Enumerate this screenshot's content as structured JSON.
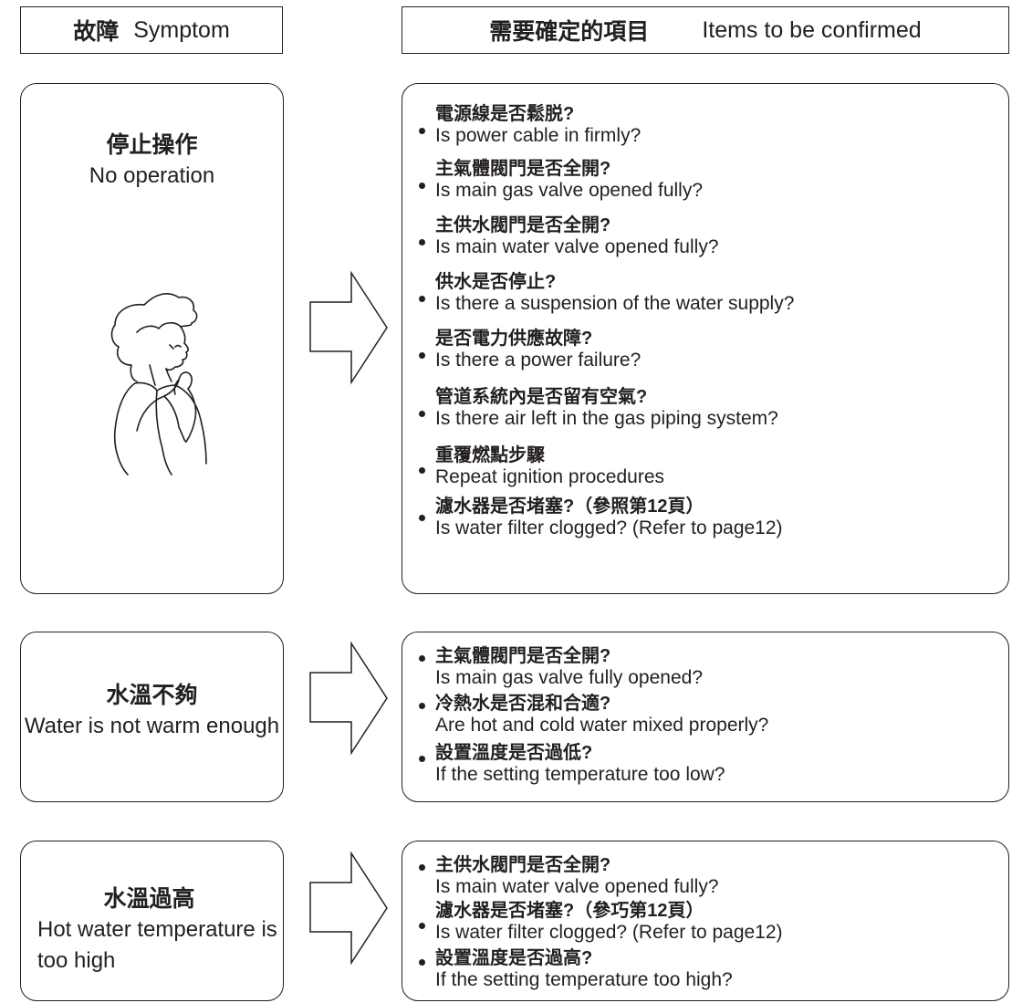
{
  "header": {
    "symptom_zh": "故障",
    "symptom_en": "Symptom",
    "items_zh": "需要確定的項目",
    "items_en": "Items to be confirmed"
  },
  "rows": [
    {
      "symptom_zh": "停止操作",
      "symptom_en": "No operation",
      "illustration": "thinking-woman-illustration",
      "items": [
        {
          "zh": "電源線是否鬆脱?",
          "en": "Is power cable in firmly?"
        },
        {
          "zh": "主氣體閥門是否全開?",
          "en": "Is main gas valve opened fully?"
        },
        {
          "zh": "主供水閥門是否全開?",
          "en": "Is main water valve opened fully?"
        },
        {
          "zh": "供水是否停止?",
          "en": "Is there a suspension of the water supply?"
        },
        {
          "zh": "是否電力供應故障?",
          "en": "Is there a power failure?"
        },
        {
          "zh": "管道系統內是否留有空氣?",
          "en": "Is there air left in the gas piping system?"
        },
        {
          "zh": "重覆燃點步驟",
          "en": "Repeat ignition procedures"
        },
        {
          "zh": "濾水器是否堵塞?（參照第12頁）",
          "en": "Is water filter clogged? (Refer to page12)"
        }
      ]
    },
    {
      "symptom_zh": "水溫不夠",
      "symptom_en": "Water is not warm enough",
      "items": [
        {
          "zh": "主氣體閥門是否全開?",
          "en": "Is main gas valve fully opened?"
        },
        {
          "zh": "冷熱水是否混和合適?",
          "en": "Are hot and cold water mixed properly?"
        },
        {
          "zh": "設置溫度是否過低?",
          "en": "If the setting temperature too low?"
        }
      ]
    },
    {
      "symptom_zh": "水溫過高",
      "symptom_en_line1": "Hot water temperature is",
      "symptom_en_line2": "too high",
      "items": [
        {
          "zh": "主供水閥門是否全開?",
          "en": "Is main water valve opened fully?"
        },
        {
          "zh": "濾水器是否堵塞?（參巧第12頁）",
          "en": "Is water filter clogged? (Refer to page12)"
        },
        {
          "zh": "設置溫度是否過高?",
          "en": "If the setting temperature too high?"
        }
      ]
    }
  ]
}
